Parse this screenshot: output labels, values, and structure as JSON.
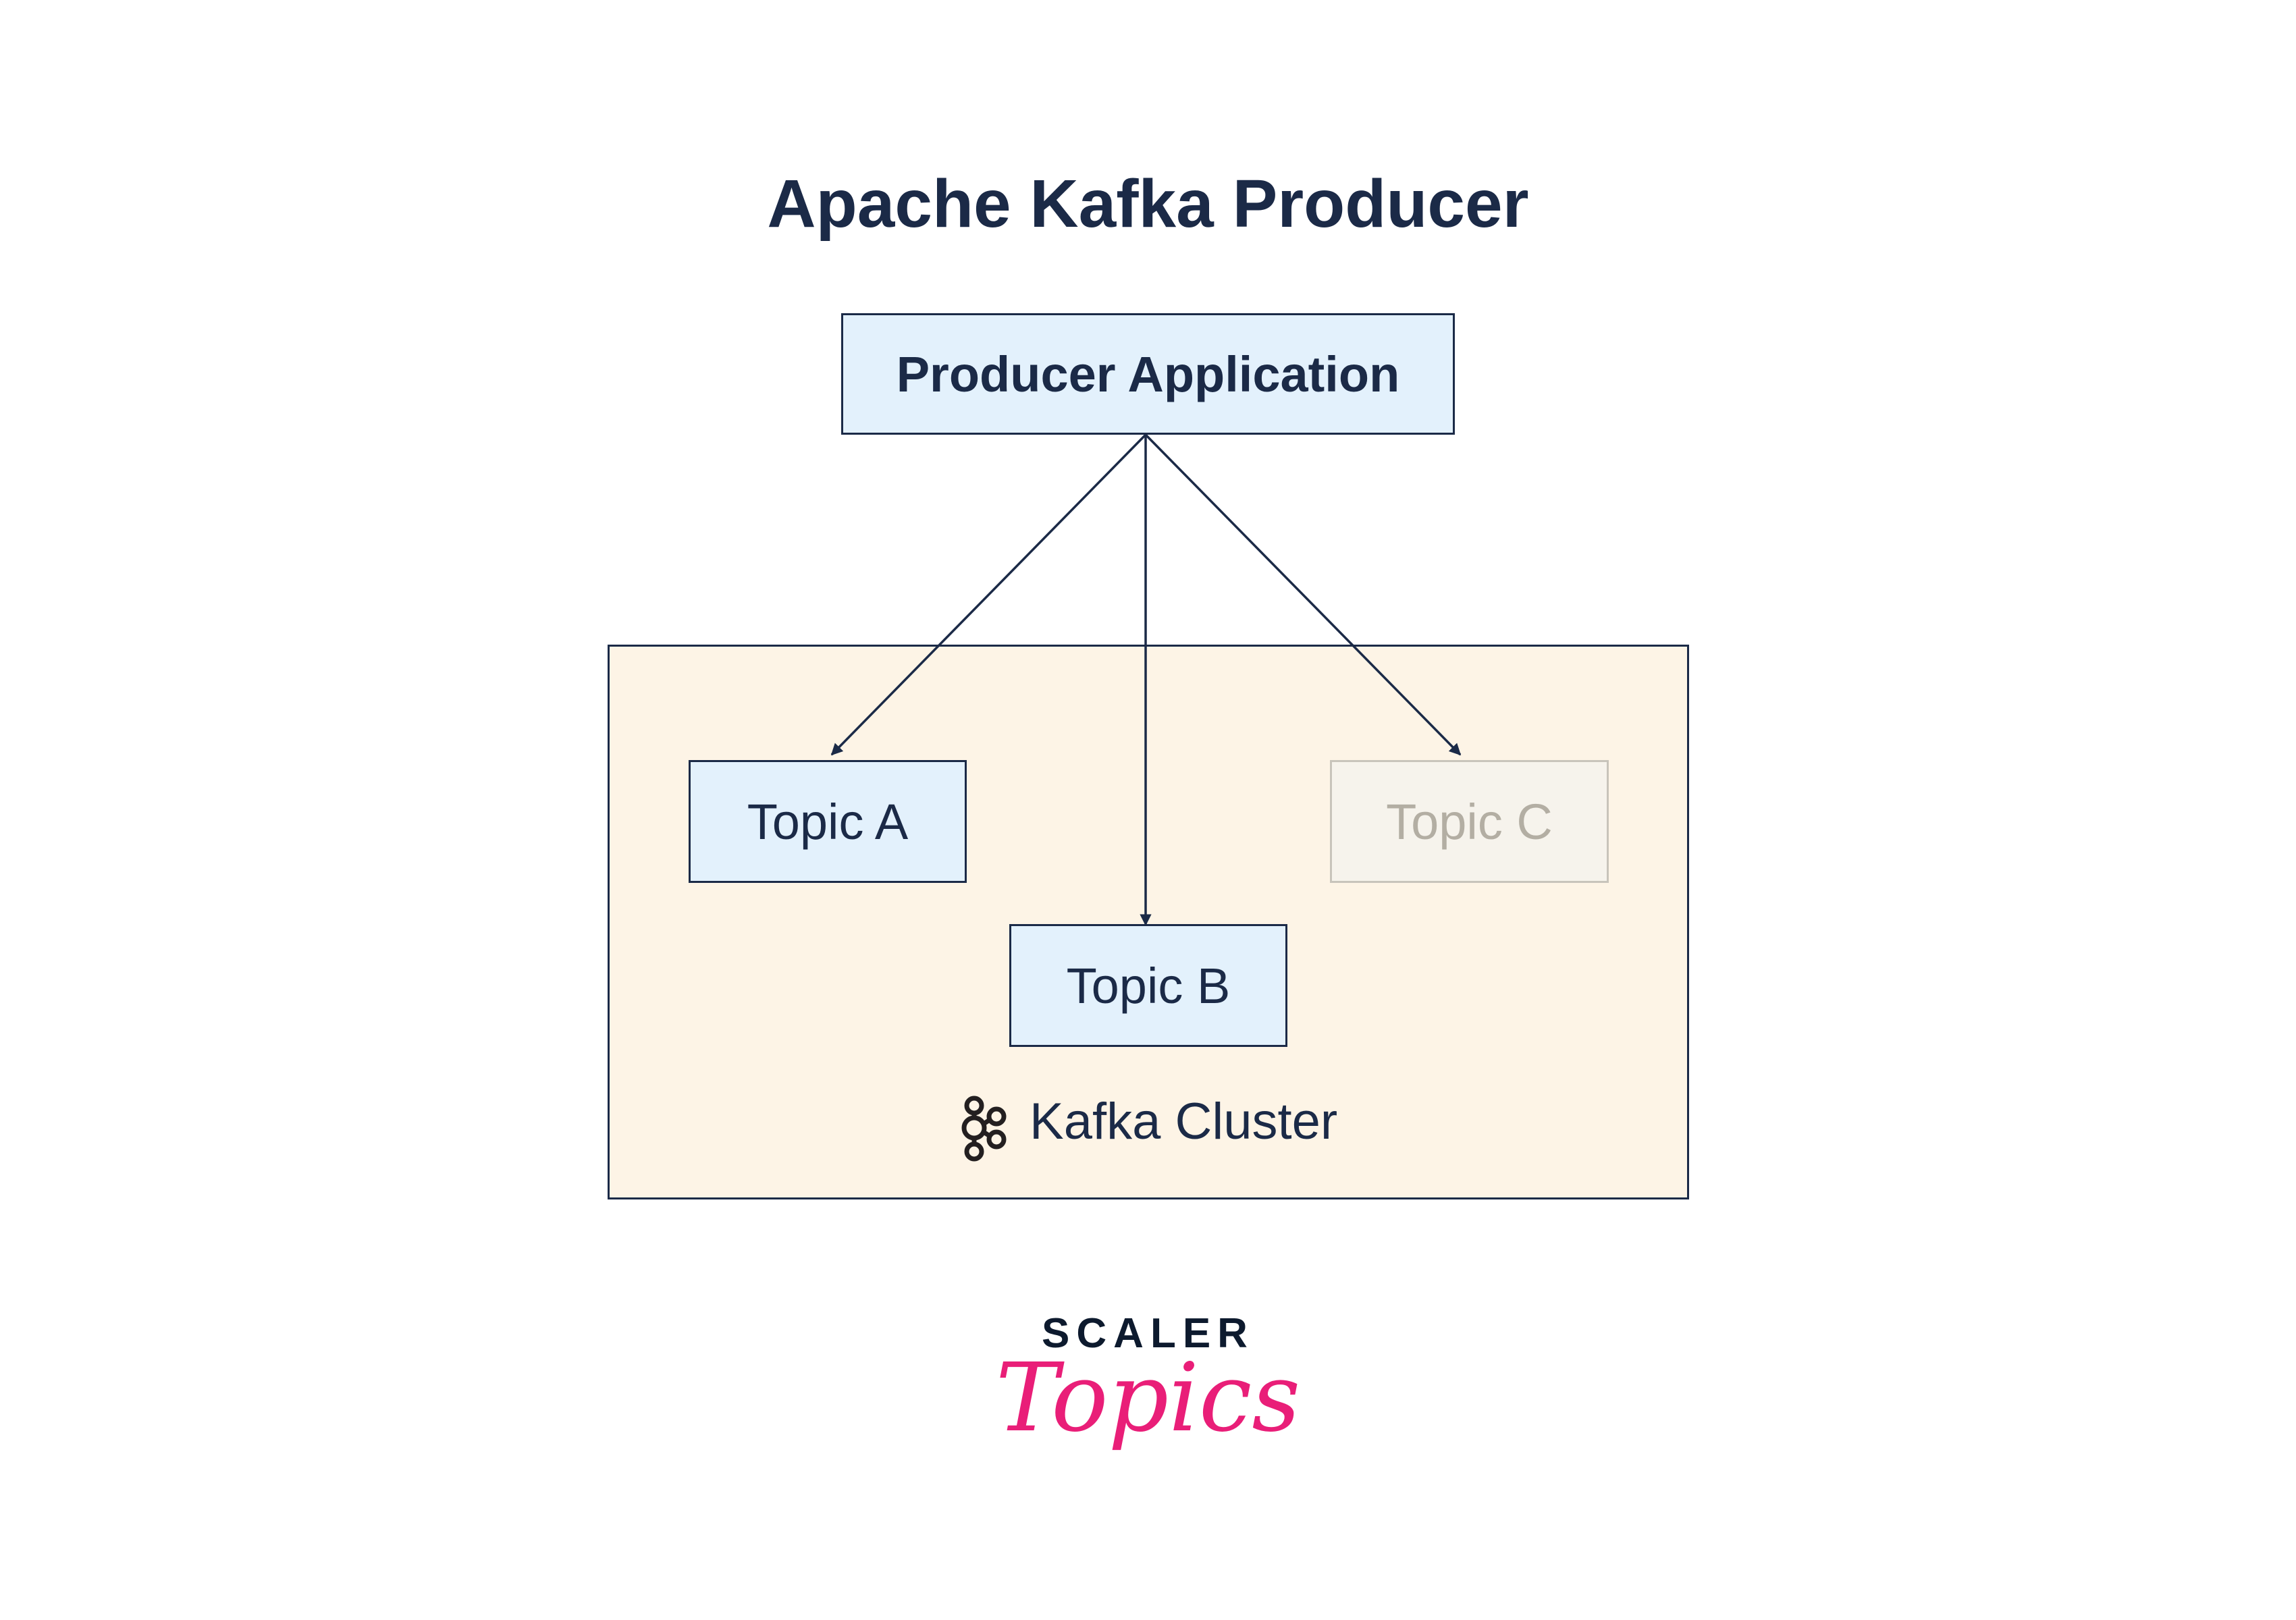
{
  "title": "Apache Kafka Producer",
  "producer": {
    "label": "Producer Application"
  },
  "cluster": {
    "label": "Kafka Cluster",
    "icon": "kafka-icon"
  },
  "topics": [
    {
      "label": "Topic A",
      "active": true
    },
    {
      "label": "Topic B",
      "active": true
    },
    {
      "label": "Topic C",
      "active": false
    }
  ],
  "logo": {
    "line1": "SCALER",
    "line2": "Topics"
  },
  "colors": {
    "navy": "#1b2a47",
    "box_fill": "#e3f1fc",
    "cluster_fill": "#fdf4e6",
    "inactive": "#b3aea3",
    "brand_pink": "#e91e78"
  }
}
